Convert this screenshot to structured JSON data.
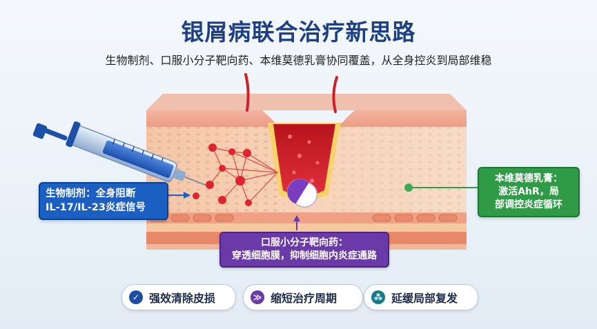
{
  "title": "银屑病联合治疗新思路",
  "subtitle": "生物制剂、口服小分子靶向药、本维莫德乳膏协同覆盖，从全身控炎到局部维稳",
  "callouts": {
    "biologic": {
      "line1": "生物制剂：全身阻断",
      "line2": "IL-17/IL-23炎症信号",
      "color": "#1c5fc2"
    },
    "oral": {
      "line1": "口服小分子靶向药：",
      "line2": "穿透细胞膜，抑制细胞内炎症通路",
      "color": "#6a3ba8"
    },
    "cream": {
      "line1": "本维莫德乳膏：",
      "line2": "激活AhR，局",
      "line3": "部调控炎症循环",
      "color": "#2f9b47"
    }
  },
  "benefits": [
    {
      "label": "强效清除皮损",
      "icon": "check-icon",
      "color": "#1c4ea8"
    },
    {
      "label": "缩短治疗周期",
      "icon": "pill-icon",
      "color": "#6a3ba8"
    },
    {
      "label": "延缓局部复发",
      "icon": "dna-icon",
      "color": "#127a8a"
    }
  ]
}
